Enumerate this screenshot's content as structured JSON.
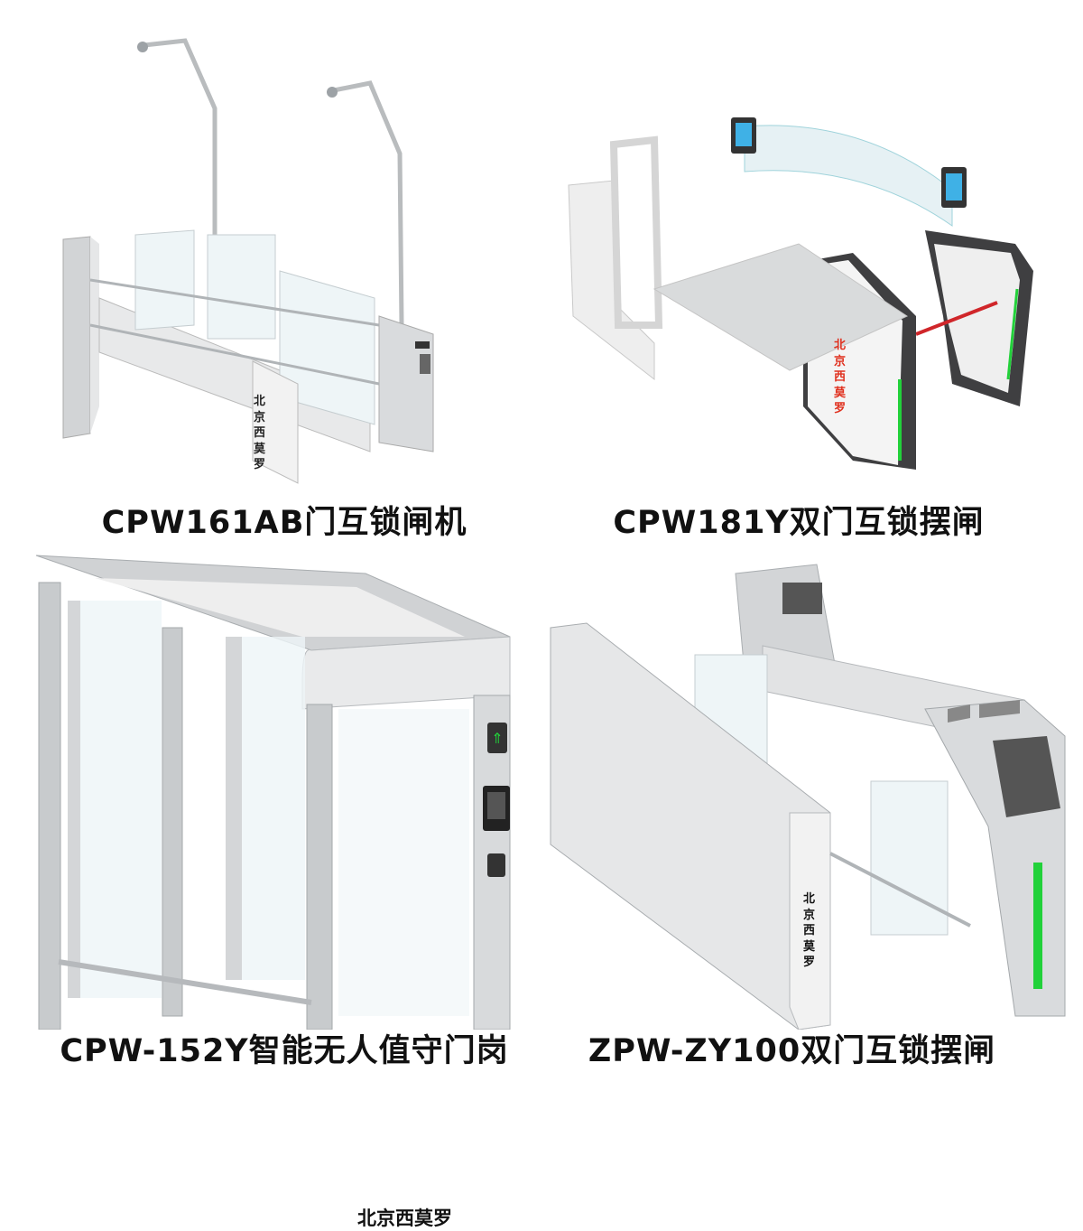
{
  "products": [
    {
      "caption": "CPW161AB门互锁闸机",
      "brand_chars": [
        "北",
        "京",
        "西",
        "莫",
        "罗"
      ],
      "brand_color": "#222222"
    },
    {
      "caption": "CPW181Y双门互锁摆闸",
      "brand_chars": [
        "北",
        "京",
        "西",
        "莫",
        "罗"
      ],
      "brand_color": "#e0301e"
    },
    {
      "caption": "CPW-152Y智能无人值守门岗",
      "brand": "北京西莫罗",
      "brand_color": "#111111"
    },
    {
      "caption": "ZPW-ZY100双门互锁摆闸",
      "brand_chars": [
        "北",
        "京",
        "西",
        "莫",
        "罗"
      ],
      "brand_color": "#111111"
    }
  ],
  "colors": {
    "steel": "#c9cbcd",
    "glass": "#e6f1f4",
    "indicator_green": "#22d13a",
    "barrier_red": "#d0262a"
  },
  "icons": [
    "camera-pole-icon",
    "face-reader-screen-icon",
    "card-reader-icon",
    "green-arrow-indicator-icon"
  ]
}
